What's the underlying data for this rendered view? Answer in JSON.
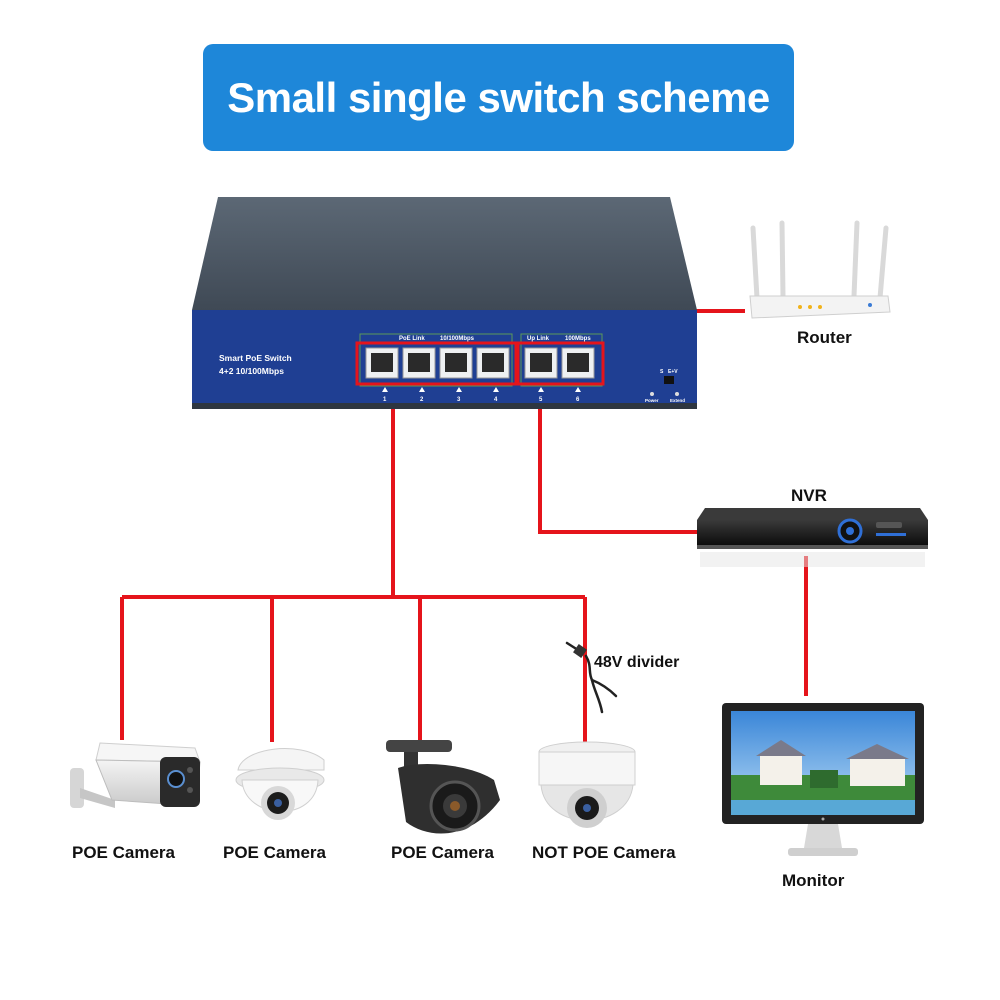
{
  "title": "Small single switch scheme",
  "switch": {
    "brand_line1": "Smart PoE Switch",
    "brand_line2": "4+2 10/100Mbps",
    "group_poe": "PoE Link",
    "group_poe_speed": "10/100Mbps",
    "group_uplink": "Up Link",
    "group_uplink_speed": "100Mbps",
    "port_numbers": [
      "1",
      "2",
      "3",
      "4",
      "5",
      "6"
    ],
    "led_power": "Power",
    "led_extend": "Extend",
    "switch_s": "S",
    "switch_ev": "E+V"
  },
  "devices": {
    "router": "Router",
    "nvr": "NVR",
    "monitor": "Monitor",
    "divider": "48V divider",
    "cameras": [
      "POE Camera",
      "POE Camera",
      "POE Camera",
      "NOT POE Camera"
    ]
  },
  "colors": {
    "accent": "#1e87d9",
    "cable": "#e5141b",
    "switch_body": "#4a5562",
    "switch_panel": "#1f3f93"
  }
}
